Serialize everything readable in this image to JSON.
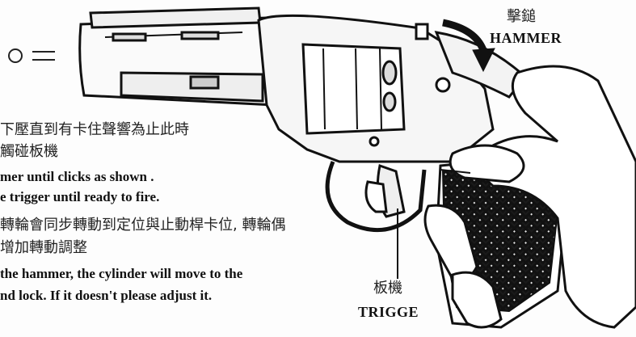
{
  "labels": {
    "hammer_cn": "擊鎚",
    "hammer_en": "HAMMER",
    "trigger_cn": "板機",
    "trigger_en": "TRIGGE"
  },
  "instructions": {
    "step1_cn_line1": "下壓直到有卡住聲響為止此時",
    "step1_cn_line2": "觸碰板機",
    "step1_en_line1": "mer until clicks as shown .",
    "step1_en_line2": "e trigger until ready to fire.",
    "step2_cn_line1": "轉輪會同步轉動到定位與止動桿卡位, 轉輪偶",
    "step2_cn_line2": "增加轉動調整",
    "step2_en_line1": "the hammer, the cylinder will move to the",
    "step2_en_line2": "nd lock. If it doesn't please adjust it."
  }
}
